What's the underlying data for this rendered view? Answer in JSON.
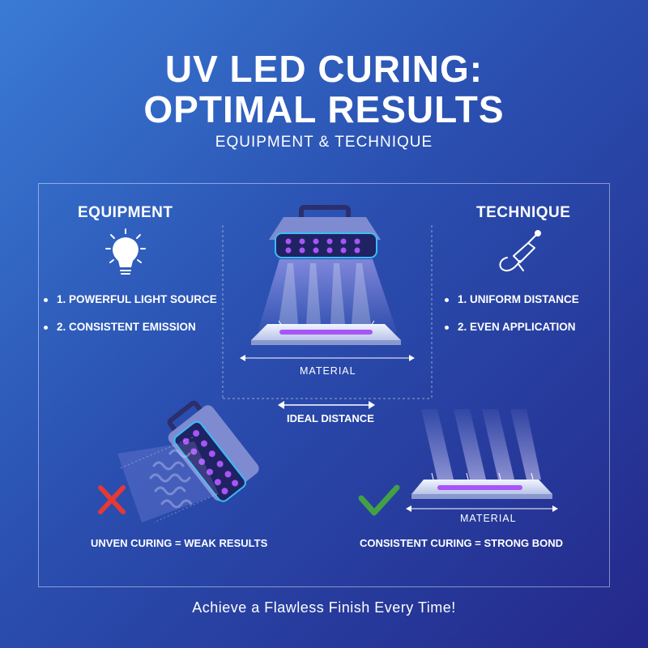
{
  "title": {
    "line1": "UV LED CURING:",
    "line2": "OPTIMAL RESULTS"
  },
  "subtitle": "EQUIPMENT & TECHNIQUE",
  "equipment": {
    "heading": "EQUIPMENT",
    "icon": "lightbulb-icon",
    "items": [
      "1. POWERFUL LIGHT SOURCE",
      "2. CONSISTENT EMISSION"
    ]
  },
  "technique": {
    "heading": "TECHNIQUE",
    "icon": "applicator-gun-icon",
    "items": [
      "1. UNIFORM DISTANCE",
      "2. EVEN APPLICATION"
    ]
  },
  "center": {
    "material_label": "MATERIAL",
    "distance_label": "IDEAL DISTANCE"
  },
  "bad_example": {
    "icon": "x-mark-icon",
    "caption": "UNVEN CURING = WEAK RESULTS"
  },
  "good_example": {
    "icon": "checkmark-icon",
    "caption": "CONSISTENT CURING = STRONG BOND",
    "material_label": "MATERIAL"
  },
  "footer": "Achieve a Flawless Finish Every Time!",
  "colors": {
    "uv_purple": "#a855f7",
    "led_glow": "#8b5cf6",
    "bad_red": "#e53935",
    "good_green": "#43a047"
  }
}
